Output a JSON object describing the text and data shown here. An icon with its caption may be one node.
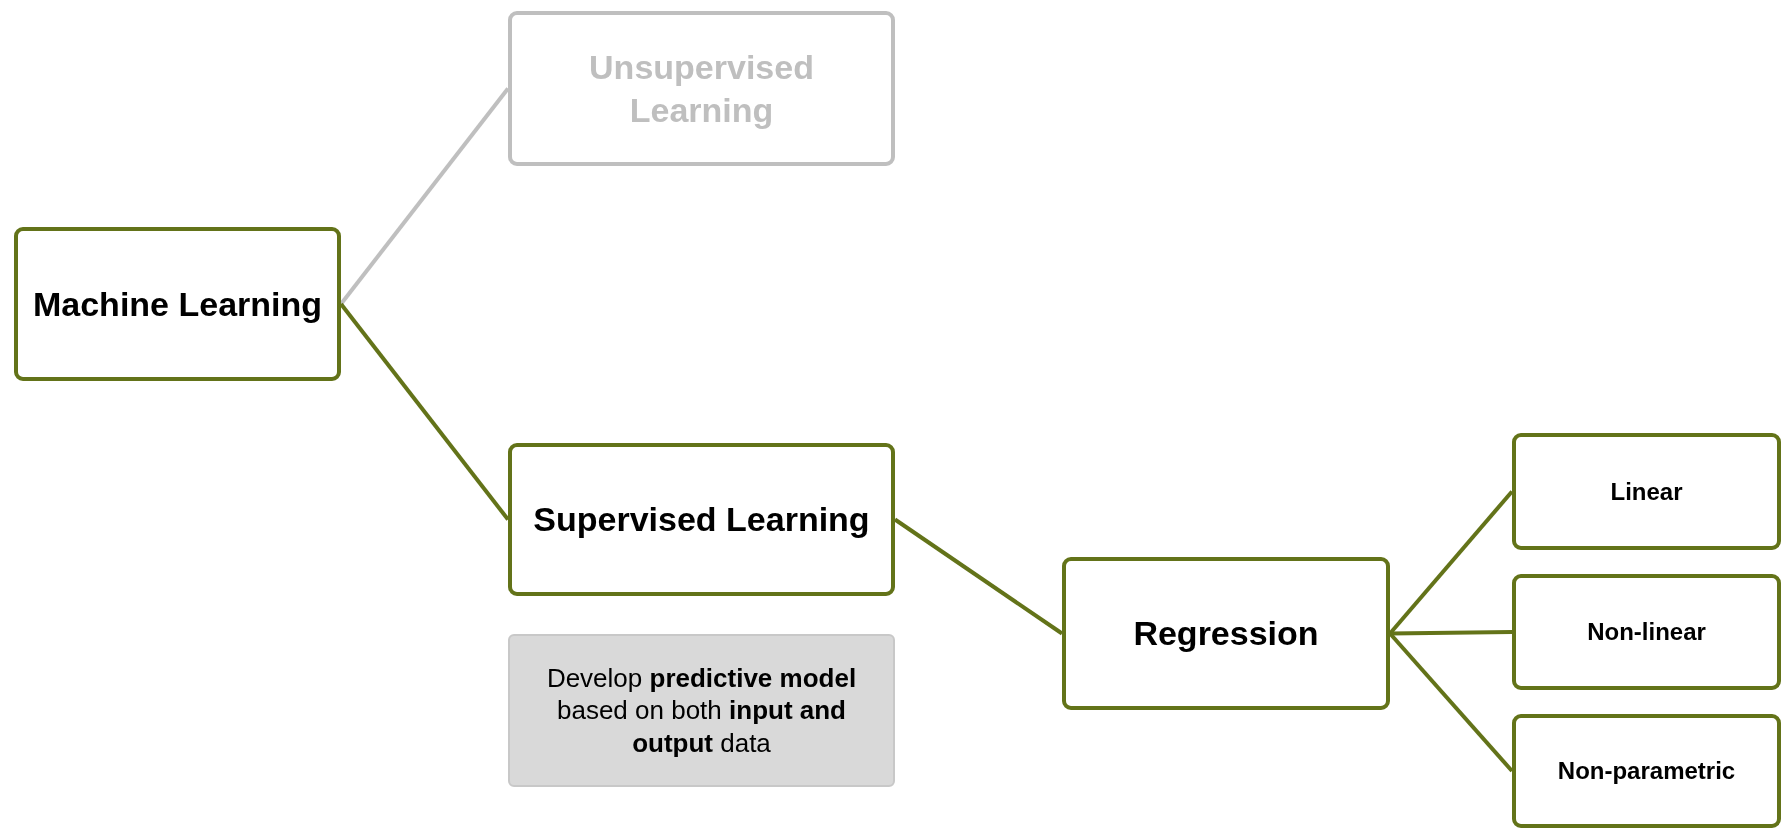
{
  "diagram": {
    "nodes": [
      {
        "text": [
          "Machine Learning"
        ]
      },
      {
        "text": [
          "Unsupervised Learning"
        ]
      },
      {
        "text": [
          "Supervised Learning"
        ]
      },
      {
        "text": [
          "Develop **predictive model** based on both **input and output** data"
        ]
      },
      {
        "text": [
          "Regression"
        ]
      },
      {
        "text": [
          "Linear"
        ]
      },
      {
        "text": [
          "Non-linear"
        ]
      },
      {
        "text": [
          "Non-parametric"
        ]
      }
    ],
    "edges": [
      {
        "from": 0,
        "to": 1,
        "arrow": "none",
        "color": "#bfbfbf"
      },
      {
        "from": 0,
        "to": 2,
        "arrow": "none"
      },
      {
        "from": 2,
        "to": 4,
        "arrow": "none"
      },
      {
        "from": 4,
        "to": 5,
        "arrow": "none"
      },
      {
        "from": 4,
        "to": 6,
        "arrow": "none"
      },
      {
        "from": 4,
        "to": 7,
        "arrow": "none"
      }
    ]
  }
}
